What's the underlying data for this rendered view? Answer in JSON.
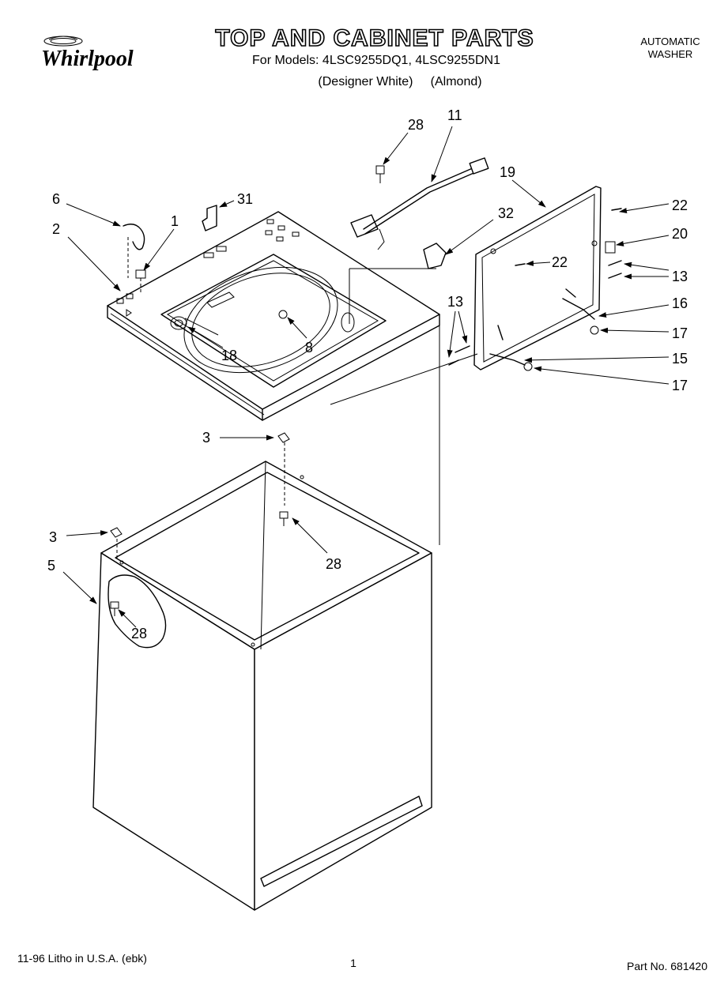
{
  "header": {
    "brand": "Whirlpool",
    "title": "TOP AND CABINET PARTS",
    "models_line": "For Models: 4LSC9255DQ1, 4LSC9255DN1",
    "variants_line": "(Designer White)     (Almond)",
    "product_type_line1": "AUTOMATIC",
    "product_type_line2": "WASHER"
  },
  "footer": {
    "print_info": "11-96 Litho in U.S.A. (ebk)",
    "page_number": "1",
    "part_number": "Part No. 681420"
  },
  "callouts": [
    {
      "id": "c28a",
      "text": "28"
    },
    {
      "id": "c11",
      "text": "11"
    },
    {
      "id": "c19",
      "text": "19"
    },
    {
      "id": "c22a",
      "text": "22"
    },
    {
      "id": "c6",
      "text": "6"
    },
    {
      "id": "c31",
      "text": "31"
    },
    {
      "id": "c1",
      "text": "1"
    },
    {
      "id": "c32",
      "text": "32"
    },
    {
      "id": "c20",
      "text": "20"
    },
    {
      "id": "c2",
      "text": "2"
    },
    {
      "id": "c22b",
      "text": "22"
    },
    {
      "id": "c13a",
      "text": "13"
    },
    {
      "id": "c13b",
      "text": "13"
    },
    {
      "id": "c16",
      "text": "16"
    },
    {
      "id": "c8",
      "text": "8"
    },
    {
      "id": "c18",
      "text": "18"
    },
    {
      "id": "c17a",
      "text": "17"
    },
    {
      "id": "c15",
      "text": "15"
    },
    {
      "id": "c17b",
      "text": "17"
    },
    {
      "id": "c3a",
      "text": "3"
    },
    {
      "id": "c3b",
      "text": "3"
    },
    {
      "id": "c28b",
      "text": "28"
    },
    {
      "id": "c5",
      "text": "5"
    },
    {
      "id": "c28c",
      "text": "28"
    }
  ]
}
